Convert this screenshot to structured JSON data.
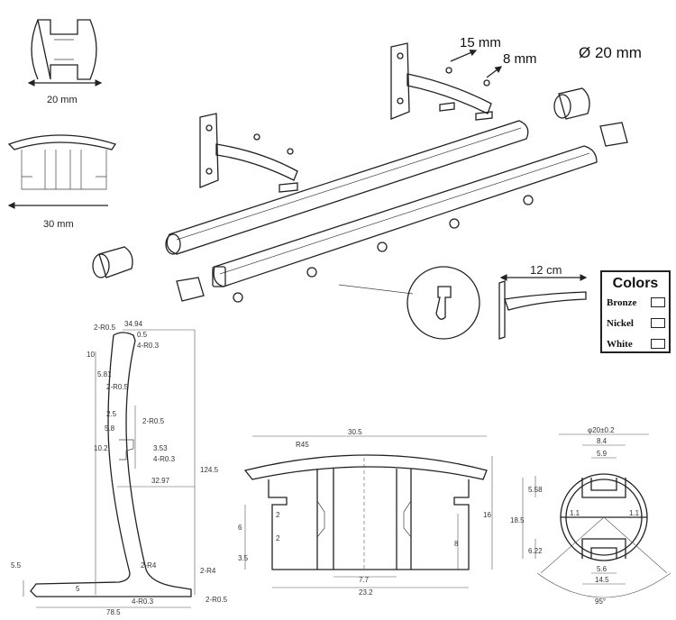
{
  "top_left": {
    "profile_width": "20 mm",
    "rail_width": "30 mm"
  },
  "exploded_view": {
    "screw_long": "15 mm",
    "screw_short": "8 mm",
    "diameter": "Ø 20 mm",
    "bracket_length": "12 cm"
  },
  "colors_legend": {
    "title": "Colors",
    "options": [
      "Bronze",
      "Nickel",
      "White"
    ]
  },
  "bracket_drawing": {
    "dims": {
      "top_width": "34.94",
      "r05_a": "2-R0.5",
      "top_thk": "0.5",
      "r03": "4-R0.3",
      "ten": "10",
      "five81": "5.81",
      "r05_b": "2-R0.5",
      "two5": "2.5",
      "five8": "5.8",
      "r05_c": "2-R0.5",
      "ten2": "10.2",
      "three53": "3.53",
      "r03_b": "4-R0.3",
      "three297": "32.97",
      "height": "124.5",
      "r4": "2-R4",
      "r4_b": "2-R4",
      "five5": "5.5",
      "five": "5",
      "base": "78.5",
      "r03_c": "4-R0.3",
      "r05_d": "2-R0.5"
    }
  },
  "rail_section": {
    "dims": {
      "width_top": "30.5",
      "radius": "R45",
      "two_a": "2",
      "six": "6",
      "two_b": "2",
      "three5": "3.5",
      "height": "16",
      "eight": "8",
      "inner": "7.7",
      "bottom": "23.2"
    }
  },
  "round_section": {
    "dims": {
      "dia": "φ20±0.2",
      "eight4": "8.4",
      "five9": "5.9",
      "five58": "5.58",
      "eighteen5": "18.5",
      "one1_l": "1.1",
      "one1_r": "1.1",
      "six22": "6.22",
      "five6": "5.6",
      "fourteen5": "14.5",
      "angle": "95°"
    }
  }
}
